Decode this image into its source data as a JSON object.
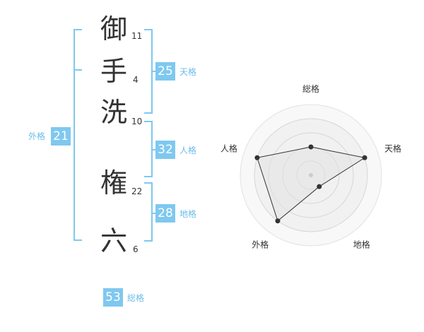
{
  "name": {
    "chars": [
      {
        "char": "御",
        "strokes": "11"
      },
      {
        "char": "手",
        "strokes": "4"
      },
      {
        "char": "洗",
        "strokes": "10"
      },
      {
        "char": "権",
        "strokes": "22"
      },
      {
        "char": "六",
        "strokes": "6"
      }
    ]
  },
  "fortunes": {
    "tenkaku": {
      "value": "25",
      "label": "天格"
    },
    "jinkaku": {
      "value": "32",
      "label": "人格"
    },
    "chikaku": {
      "value": "28",
      "label": "地格"
    },
    "gaikaku": {
      "value": "21",
      "label": "外格"
    },
    "soukaku": {
      "value": "53",
      "label": "総格"
    }
  },
  "colors": {
    "accent": "#7fc8f0",
    "label": "#6cbde8",
    "text": "#333333"
  },
  "chart_data": {
    "type": "radar",
    "axes": [
      "総格",
      "天格",
      "地格",
      "外格",
      "人格"
    ],
    "values": [
      2,
      4,
      1,
      4,
      4
    ],
    "rmax": 5,
    "rings": 4
  }
}
